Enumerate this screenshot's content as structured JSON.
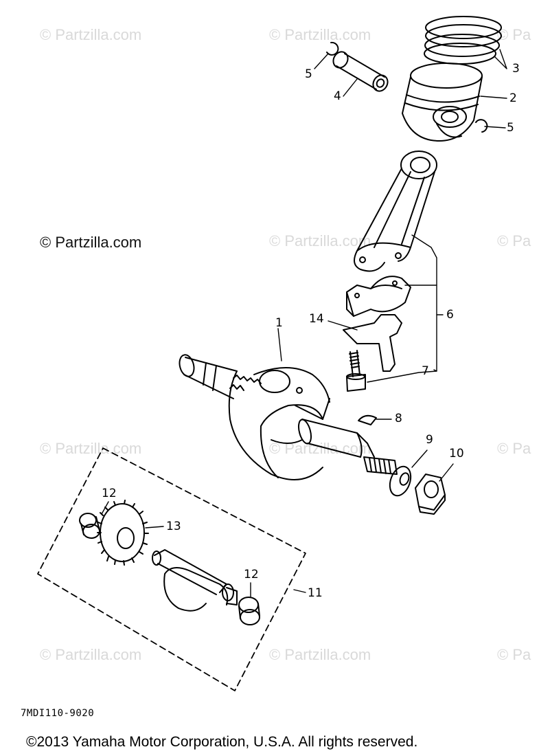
{
  "watermarks": [
    "© Partzilla.com",
    "© Partzilla.com",
    "© Pa",
    "© Partzilla.com",
    "© Partzilla.com",
    "© Pa",
    "© Partzilla.com",
    "© Partzilla.com",
    "© Pa",
    "© Partzilla.com",
    "© Partzilla.com",
    "© Pa"
  ],
  "callouts": {
    "c1": "1",
    "c2": "2",
    "c3": "3",
    "c4": "4",
    "c5a": "5",
    "c5b": "5",
    "c6": "6",
    "c7": "7",
    "c8": "8",
    "c9": "9",
    "c10": "10",
    "c11": "11",
    "c12a": "12",
    "c12b": "12",
    "c13": "13",
    "c14": "14"
  },
  "diagram_code": "7MDI110-9020",
  "copyright": "©2013 Yamaha Motor Corporation, U.S.A. All rights reserved."
}
